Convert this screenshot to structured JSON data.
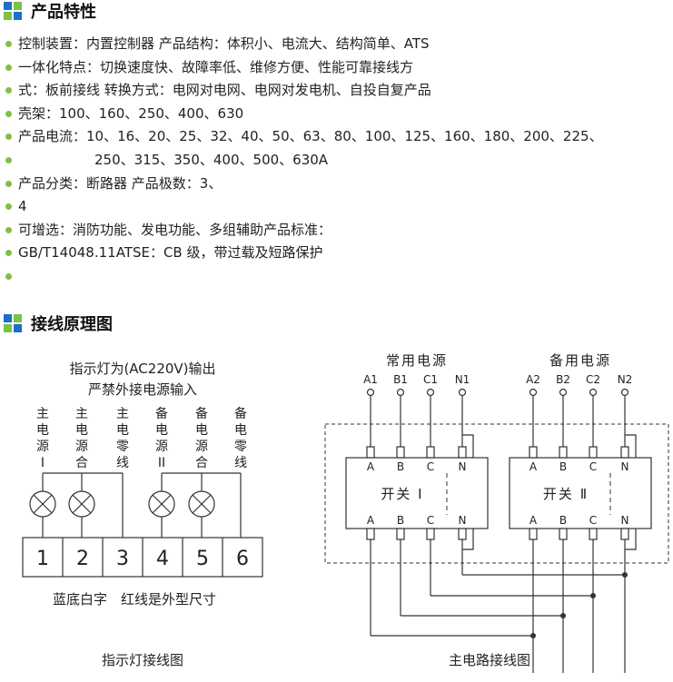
{
  "sections": {
    "features_title": "产品特性",
    "wiring_title": "接线原理图"
  },
  "features": [
    "控制装置：内置控制器 产品结构：体积小、电流大、结构简单、ATS",
    "一体化特点：切换速度快、故障率低、维修方便、性能可靠接线方",
    "式：板前接线 转换方式：电网对电网、电网对发电机、自投自复产品",
    "壳架：100、160、250、400、630",
    "产品电流：10、16、20、25、32、40、50、63、80、100、125、160、180、200、225、",
    "250、315、350、400、500、630A",
    "产品分类：断路器 产品极数：3、",
    "4",
    "可增选：消防功能、发电功能、多组辅助产品标准：",
    "GB/T14048.11ATSE：CB 级，带过载及短路保护",
    ""
  ],
  "indicator_diagram": {
    "note_line1": "指示灯为(AC220V)输出",
    "note_line2": "严禁外接电源输入",
    "columns": [
      [
        "主",
        "电",
        "源",
        "I"
      ],
      [
        "主",
        "电",
        "源",
        "合"
      ],
      [
        "主",
        "电",
        "零",
        "线"
      ],
      [
        "备",
        "电",
        "源",
        "II"
      ],
      [
        "备",
        "电",
        "源",
        "合"
      ],
      [
        "备",
        "电",
        "零",
        "线"
      ]
    ],
    "terminals": [
      "1",
      "2",
      "3",
      "4",
      "5",
      "6"
    ],
    "footer_note": "蓝底白字　红线是外型尺寸",
    "caption": "指示灯接线图"
  },
  "main_circuit": {
    "source1_label": "常用电源",
    "source2_label": "备用电源",
    "source1_terminals": [
      "A1",
      "B1",
      "C1",
      "N1"
    ],
    "source2_terminals": [
      "A2",
      "B2",
      "C2",
      "N2"
    ],
    "phase_labels": [
      "A",
      "B",
      "C",
      "N"
    ],
    "switch1_label": "开关 Ⅰ",
    "switch2_label": "开关 Ⅱ",
    "caption": "主电路接线图"
  },
  "colors": {
    "bullet": "#7dc243",
    "icon_blue": "#1b6fc9",
    "icon_green": "#7dc243",
    "line": "#333333"
  }
}
